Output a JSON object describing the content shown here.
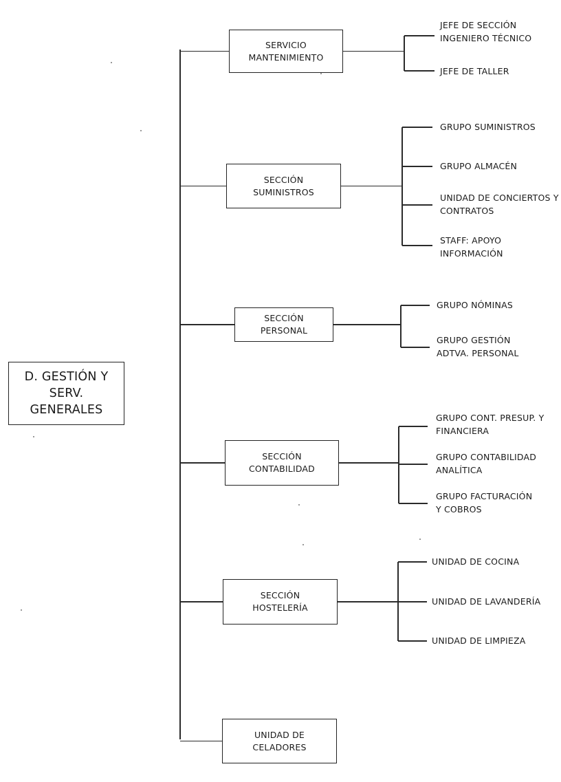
{
  "root": {
    "lines": [
      "D. GESTIÓN Y",
      "SERV.",
      "GENERALES"
    ]
  },
  "sections": [
    {
      "lines": [
        "SERVICIO",
        "MANTENIMIENTO"
      ],
      "children": [
        {
          "lines": [
            "JEFE DE SECCIÓN",
            "INGENIERO TÉCNICO"
          ]
        },
        {
          "lines": [
            "JEFE DE TALLER"
          ]
        }
      ]
    },
    {
      "lines": [
        "SECCIÓN",
        "SUMINISTROS"
      ],
      "children": [
        {
          "lines": [
            "GRUPO SUMINISTROS"
          ]
        },
        {
          "lines": [
            "GRUPO ALMACÉN"
          ]
        },
        {
          "lines": [
            "UNIDAD DE CONCIERTOS Y",
            "CONTRATOS"
          ]
        },
        {
          "lines": [
            "STAFF: APOYO",
            "INFORMACIÓN"
          ]
        }
      ]
    },
    {
      "lines": [
        "SECCIÓN",
        "PERSONAL"
      ],
      "children": [
        {
          "lines": [
            "GRUPO NÓMINAS"
          ]
        },
        {
          "lines": [
            "GRUPO GESTIÓN",
            "ADTVA. PERSONAL"
          ]
        }
      ]
    },
    {
      "lines": [
        "SECCIÓN",
        "CONTABILIDAD"
      ],
      "children": [
        {
          "lines": [
            "GRUPO CONT. PRESUP. Y",
            "FINANCIERA"
          ]
        },
        {
          "lines": [
            "GRUPO CONTABILIDAD",
            "ANALÍTICA"
          ]
        },
        {
          "lines": [
            "GRUPO FACTURACIÓN",
            "Y COBROS"
          ]
        }
      ]
    },
    {
      "lines": [
        "SECCIÓN",
        "HOSTELERÍA"
      ],
      "children": [
        {
          "lines": [
            "UNIDAD DE COCINA"
          ]
        },
        {
          "lines": [
            "UNIDAD DE LAVANDERÍA"
          ]
        },
        {
          "lines": [
            "UNIDAD DE LIMPIEZA"
          ]
        }
      ]
    },
    {
      "lines": [
        "UNIDAD DE",
        "CELADORES"
      ],
      "children": []
    }
  ],
  "colors": {
    "line": "#2a2a2a",
    "box_border": "#222222",
    "text": "#1a1a1a"
  }
}
